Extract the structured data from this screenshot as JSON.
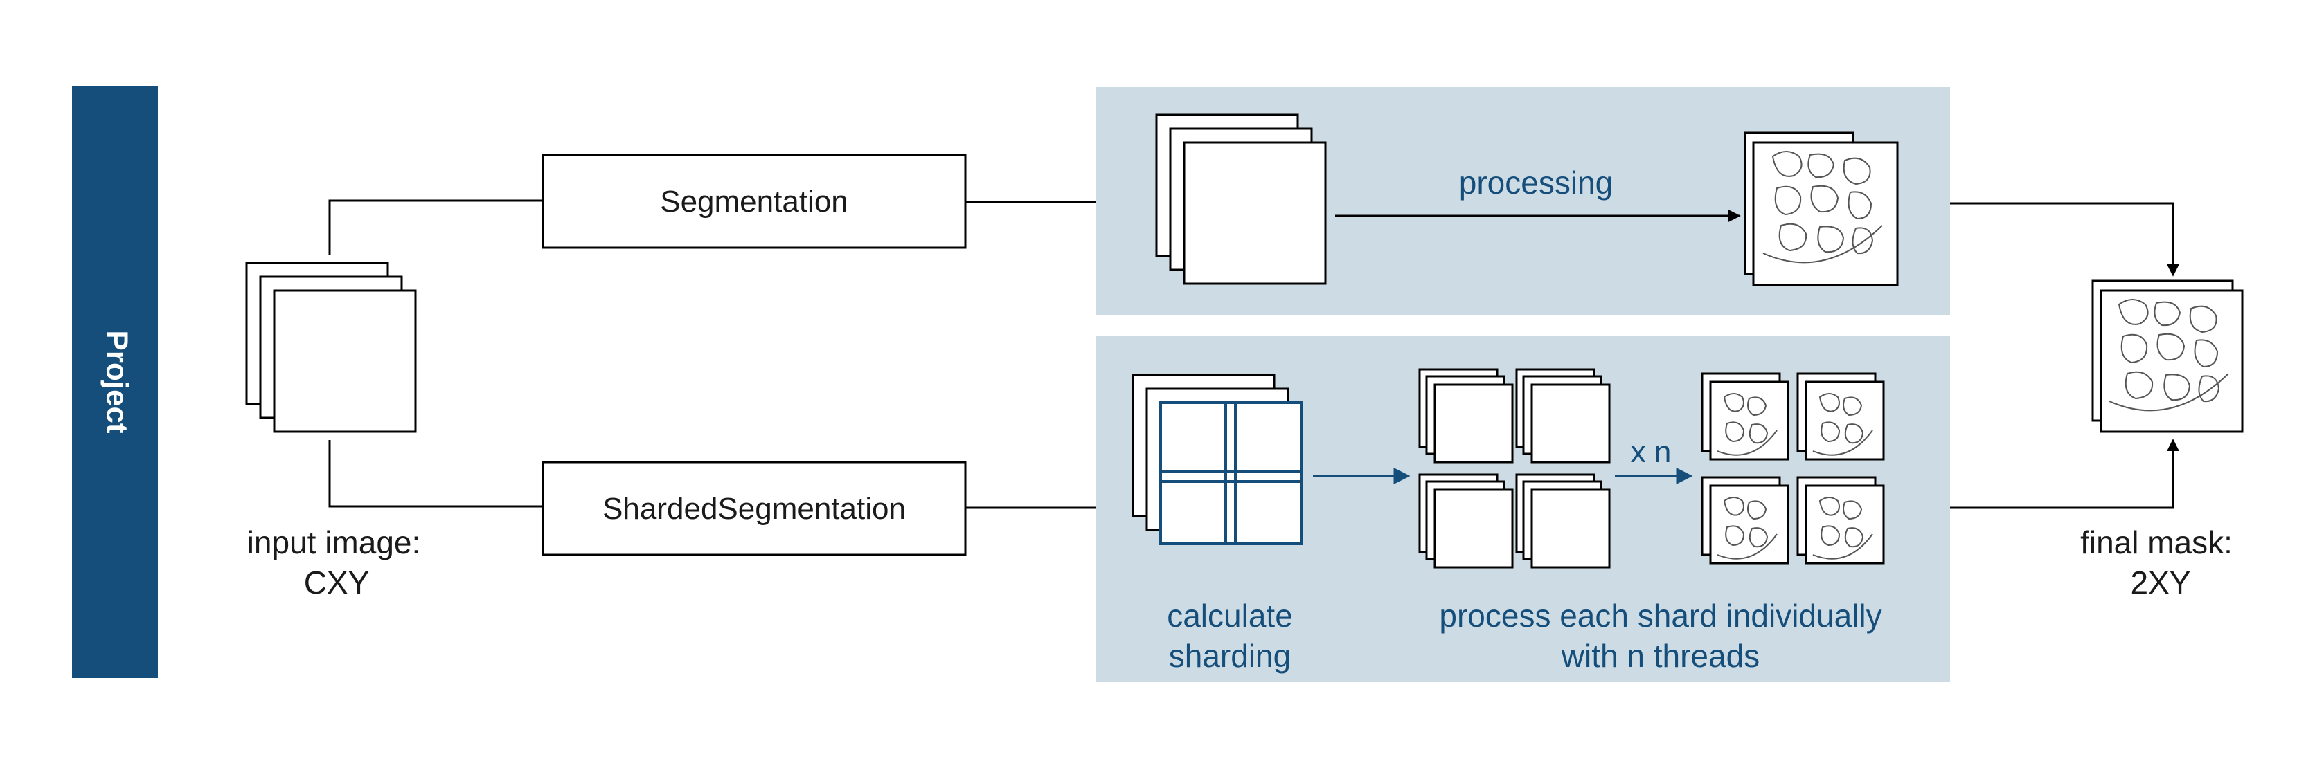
{
  "colors": {
    "accent": "#154e7a",
    "panel_background": "#cddbe5",
    "line": "#000000",
    "text": "#1a1a1a"
  },
  "sidebar": {
    "label": "Project"
  },
  "input": {
    "line1": "input image:",
    "line2": "CXY"
  },
  "methods": {
    "segmentation": "Segmentation",
    "sharded": "ShardedSegmentation"
  },
  "top_panel": {
    "processing_label": "processing"
  },
  "bottom_panel": {
    "sharding_line1": "calculate",
    "sharding_line2": "sharding",
    "multiplier": "x n",
    "process_line1": "process each shard individually",
    "process_line2": "with n threads"
  },
  "output": {
    "line1": "final mask:",
    "line2": "2XY"
  }
}
